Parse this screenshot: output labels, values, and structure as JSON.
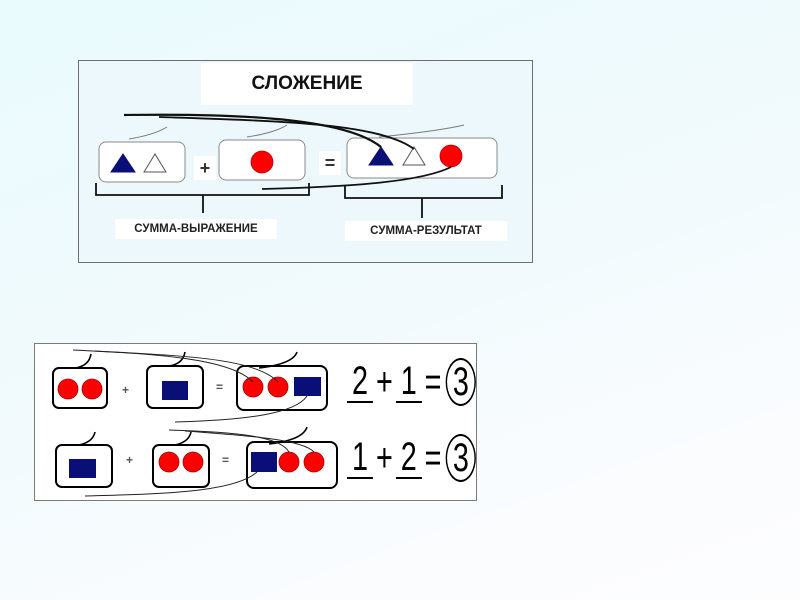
{
  "top_panel": {
    "title": "СЛОЖЕНИЕ",
    "plus_sign": "+",
    "equals_sign": "=",
    "expression_label": "СУММА-ВЫРАЖЕНИЕ",
    "result_label": "СУММА-РЕЗУЛЬТАТ",
    "groups": [
      {
        "name": "addend-1",
        "shapes": [
          "filled-triangle",
          "outline-triangle"
        ]
      },
      {
        "name": "addend-2",
        "shapes": [
          "red-circle"
        ]
      },
      {
        "name": "sum",
        "shapes": [
          "filled-triangle",
          "outline-triangle",
          "red-circle"
        ]
      }
    ]
  },
  "bottom_panel": {
    "rows": [
      {
        "groups": [
          [
            "red-circle",
            "red-circle"
          ],
          [
            "blue-rectangle"
          ],
          [
            "red-circle",
            "red-circle",
            "blue-rectangle"
          ]
        ],
        "plus": "+",
        "equals": "=",
        "equation": {
          "a": "2",
          "op": "+",
          "b": "1",
          "eq": "=",
          "result": "3"
        }
      },
      {
        "groups": [
          [
            "blue-rectangle"
          ],
          [
            "red-circle",
            "red-circle"
          ],
          [
            "blue-rectangle",
            "red-circle",
            "red-circle"
          ]
        ],
        "plus": "+",
        "equals": "=",
        "equation": {
          "a": "1",
          "op": "+",
          "b": "2",
          "eq": "=",
          "result": "3"
        }
      }
    ]
  },
  "colors": {
    "navy": "#0a0f78",
    "red": "#ff0000",
    "box_border_top": "#8a8a8a",
    "box_border_bottom": "#000000"
  }
}
